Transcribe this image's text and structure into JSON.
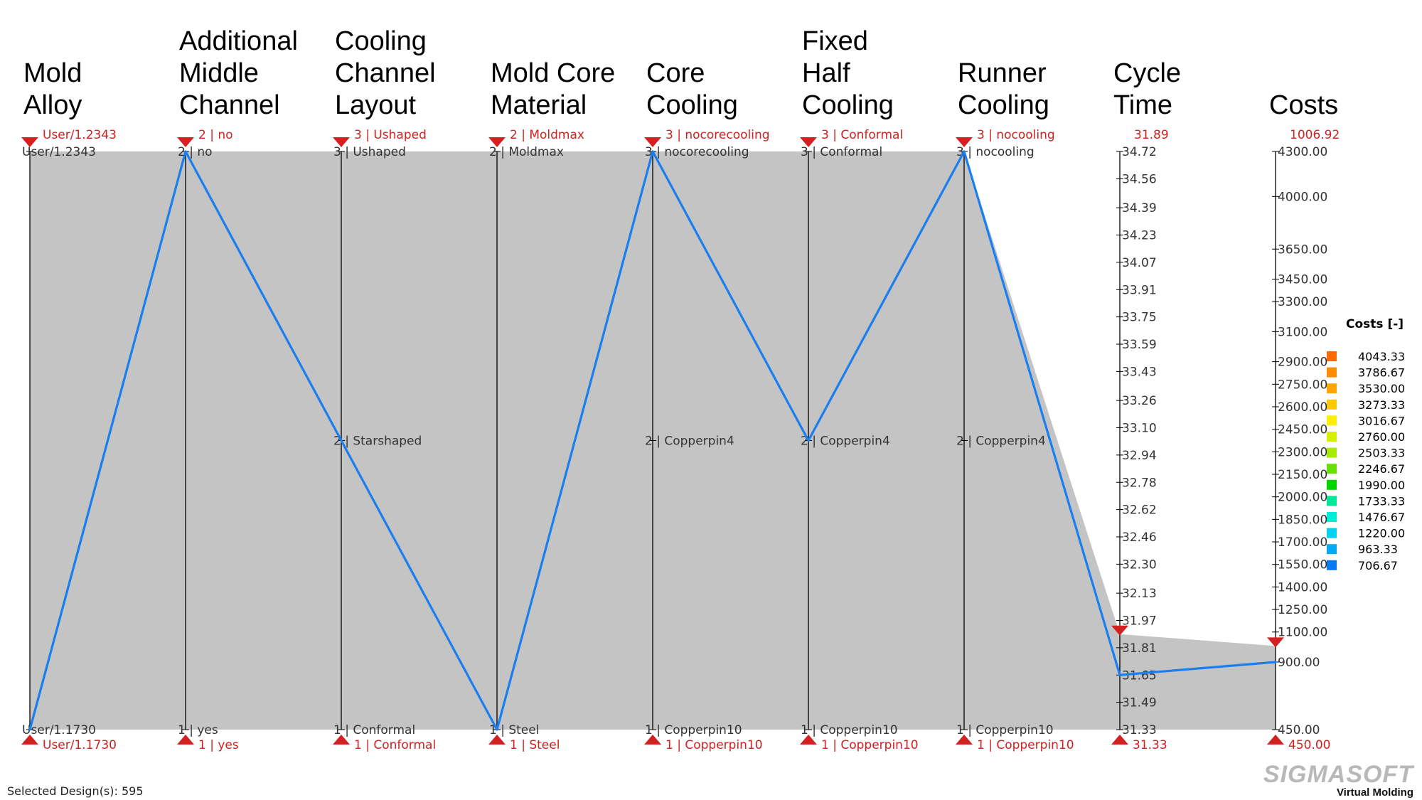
{
  "chart_data": {
    "type": "parallel-coordinates",
    "axes": [
      {
        "title": [
          "Mold",
          "Alloy"
        ],
        "kind": "categorical",
        "ticks": [
          {
            "v": 1,
            "label": "User/1.1730"
          },
          {
            "v": 2,
            "label": "User/1.2343"
          }
        ],
        "vmin": 1,
        "vmax": 2,
        "filter_top": "User/1.2343",
        "filter_bottom": "User/1.1730"
      },
      {
        "title": [
          "Additional",
          "Middle",
          "Channel"
        ],
        "kind": "categorical",
        "ticks": [
          {
            "v": 1,
            "label": "1 | yes"
          },
          {
            "v": 2,
            "label": "2 | no"
          }
        ],
        "vmin": 1,
        "vmax": 2,
        "filter_top": "2 | no",
        "filter_bottom": "1 | yes"
      },
      {
        "title": [
          "Cooling",
          "Channel",
          "Layout"
        ],
        "kind": "categorical",
        "ticks": [
          {
            "v": 1,
            "label": "1 | Conformal"
          },
          {
            "v": 2,
            "label": "2 | Starshaped"
          },
          {
            "v": 3,
            "label": "3 | Ushaped"
          }
        ],
        "vmin": 1,
        "vmax": 3,
        "filter_top": "3 | Ushaped",
        "filter_bottom": "1 | Conformal"
      },
      {
        "title": [
          "Mold Core",
          "Material"
        ],
        "kind": "categorical",
        "ticks": [
          {
            "v": 1,
            "label": "1 | Steel"
          },
          {
            "v": 2,
            "label": "2 | Moldmax"
          }
        ],
        "vmin": 1,
        "vmax": 2,
        "filter_top": "2 | Moldmax",
        "filter_bottom": "1 | Steel"
      },
      {
        "title": [
          "Core",
          "Cooling"
        ],
        "kind": "categorical",
        "ticks": [
          {
            "v": 1,
            "label": "1 | Copperpin10"
          },
          {
            "v": 2,
            "label": "2 | Copperpin4"
          },
          {
            "v": 3,
            "label": "3 | nocorecooling"
          }
        ],
        "vmin": 1,
        "vmax": 3,
        "filter_top": "3 | nocorecooling",
        "filter_bottom": "1 | Copperpin10"
      },
      {
        "title": [
          "Fixed",
          "Half",
          "Cooling"
        ],
        "kind": "categorical",
        "ticks": [
          {
            "v": 1,
            "label": "1 | Copperpin10"
          },
          {
            "v": 2,
            "label": "2 | Copperpin4"
          },
          {
            "v": 3,
            "label": "3 | Conformal"
          }
        ],
        "vmin": 1,
        "vmax": 3,
        "filter_top": "3 | Conformal",
        "filter_bottom": "1 | Copperpin10"
      },
      {
        "title": [
          "Runner",
          "Cooling"
        ],
        "kind": "categorical",
        "ticks": [
          {
            "v": 1,
            "label": "1 | Copperpin10"
          },
          {
            "v": 2,
            "label": "2 | Copperpin4"
          },
          {
            "v": 3,
            "label": "3 | nocooling"
          }
        ],
        "vmin": 1,
        "vmax": 3,
        "filter_top": "3 | nocooling",
        "filter_bottom": "1 | Copperpin10"
      },
      {
        "title": [
          "Cycle",
          "Time"
        ],
        "kind": "numeric",
        "ticks": [
          {
            "v": 34.72,
            "label": "34.72"
          },
          {
            "v": 34.56,
            "label": "34.56"
          },
          {
            "v": 34.39,
            "label": "34.39"
          },
          {
            "v": 34.23,
            "label": "34.23"
          },
          {
            "v": 34.07,
            "label": "34.07"
          },
          {
            "v": 33.91,
            "label": "33.91"
          },
          {
            "v": 33.75,
            "label": "33.75"
          },
          {
            "v": 33.59,
            "label": "33.59"
          },
          {
            "v": 33.43,
            "label": "33.43"
          },
          {
            "v": 33.26,
            "label": "33.26"
          },
          {
            "v": 33.1,
            "label": "33.10"
          },
          {
            "v": 32.94,
            "label": "32.94"
          },
          {
            "v": 32.78,
            "label": "32.78"
          },
          {
            "v": 32.62,
            "label": "32.62"
          },
          {
            "v": 32.46,
            "label": "32.46"
          },
          {
            "v": 32.3,
            "label": "32.30"
          },
          {
            "v": 32.13,
            "label": "32.13"
          },
          {
            "v": 31.97,
            "label": "31.97"
          },
          {
            "v": 31.81,
            "label": "31.81"
          },
          {
            "v": 31.65,
            "label": "31.65"
          },
          {
            "v": 31.49,
            "label": "31.49"
          },
          {
            "v": 31.33,
            "label": "31.33"
          }
        ],
        "vmin": 31.33,
        "vmax": 34.72,
        "filter_top": "31.89",
        "filter_top_value": 31.89,
        "filter_bottom": "31.33"
      },
      {
        "title": [
          "Costs"
        ],
        "kind": "numeric",
        "ticks": [
          {
            "v": 4300,
            "label": "4300.00"
          },
          {
            "v": 4000,
            "label": "4000.00"
          },
          {
            "v": 3650,
            "label": "3650.00"
          },
          {
            "v": 3450,
            "label": "3450.00"
          },
          {
            "v": 3300,
            "label": "3300.00"
          },
          {
            "v": 3100,
            "label": "3100.00"
          },
          {
            "v": 2900,
            "label": "2900.00"
          },
          {
            "v": 2750,
            "label": "2750.00"
          },
          {
            "v": 2600,
            "label": "2600.00"
          },
          {
            "v": 2450,
            "label": "2450.00"
          },
          {
            "v": 2300,
            "label": "2300.00"
          },
          {
            "v": 2150,
            "label": "2150.00"
          },
          {
            "v": 2000,
            "label": "2000.00"
          },
          {
            "v": 1850,
            "label": "1850.00"
          },
          {
            "v": 1700,
            "label": "1700.00"
          },
          {
            "v": 1550,
            "label": "1550.00"
          },
          {
            "v": 1400,
            "label": "1400.00"
          },
          {
            "v": 1250,
            "label": "1250.00"
          },
          {
            "v": 1100,
            "label": "1100.00"
          },
          {
            "v": 900,
            "label": "900.00"
          },
          {
            "v": 450,
            "label": "450.00"
          }
        ],
        "vmin": 450,
        "vmax": 4300,
        "filter_top": "1006.92",
        "filter_top_value": 1006.92,
        "filter_bottom": "450.00"
      }
    ],
    "selected_design": {
      "values": [
        1,
        2,
        2,
        1,
        3,
        2,
        3,
        31.65,
        900
      ],
      "color": "#1a7ef0"
    },
    "legend": {
      "title": "Costs [-]",
      "entries": [
        {
          "label": "4043.33",
          "color": "#ff6a00"
        },
        {
          "label": "3786.67",
          "color": "#ff8c00"
        },
        {
          "label": "3530.00",
          "color": "#ffa600"
        },
        {
          "label": "3273.33",
          "color": "#ffc800"
        },
        {
          "label": "3016.67",
          "color": "#ffee00"
        },
        {
          "label": "2760.00",
          "color": "#d4f000"
        },
        {
          "label": "2503.33",
          "color": "#a6ec00"
        },
        {
          "label": "2246.67",
          "color": "#66e000"
        },
        {
          "label": "1990.00",
          "color": "#00d400"
        },
        {
          "label": "1733.33",
          "color": "#00e896"
        },
        {
          "label": "1476.67",
          "color": "#00ecd8"
        },
        {
          "label": "1220.00",
          "color": "#00d2ee"
        },
        {
          "label": "963.33",
          "color": "#00aaf4"
        },
        {
          "label": "706.67",
          "color": "#0a78ee"
        }
      ]
    },
    "colors": {
      "band": "#c4c4c4",
      "axis": "#000000",
      "filter": "#d42020"
    }
  },
  "footer": {
    "selected_designs": "Selected Design(s): 595",
    "logo_main": "SIGMASOFT",
    "logo_sub": "Virtual Molding"
  }
}
